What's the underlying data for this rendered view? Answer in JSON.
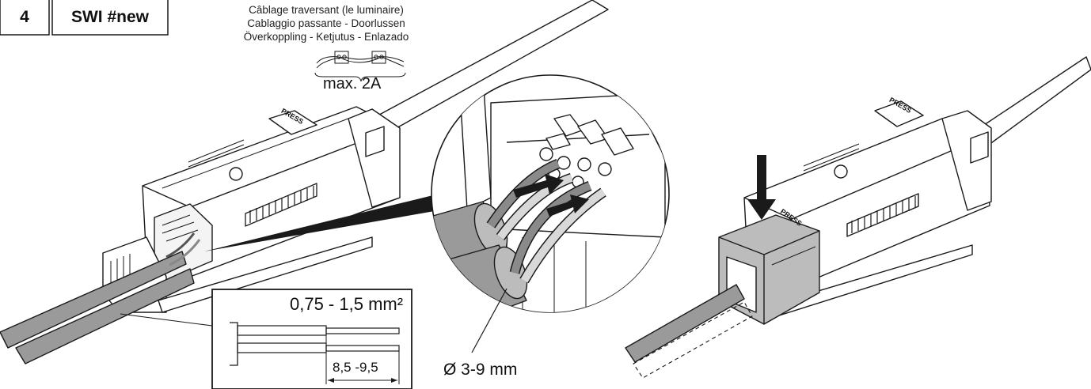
{
  "header": {
    "step_number": "4",
    "product_code": "SWI #new"
  },
  "wiring_note": {
    "lines": [
      "Câblage traversant (le luminaire)",
      "Cablaggio passante - Doorlussen",
      "Överkoppling - Ketjutus  - Enlazado"
    ],
    "max_current": "max. 2A"
  },
  "device": {
    "press_label": "PRESS"
  },
  "wire_spec": {
    "cross_section": "0,75 - 1,5 mm²",
    "strip_length": "8,5 -9,5"
  },
  "cable_diameter": "Ø 3-9 mm",
  "colors": {
    "line": "#1a1a1a",
    "fill_light": "#f4f4f4",
    "fill_grey": "#bcbcbc",
    "fill_dark": "#8a8a8a"
  },
  "icons": [
    "down-arrow-icon",
    "insert-arrow-icon",
    "terminal-symbol-icon",
    "dimension-arrow-icon"
  ]
}
